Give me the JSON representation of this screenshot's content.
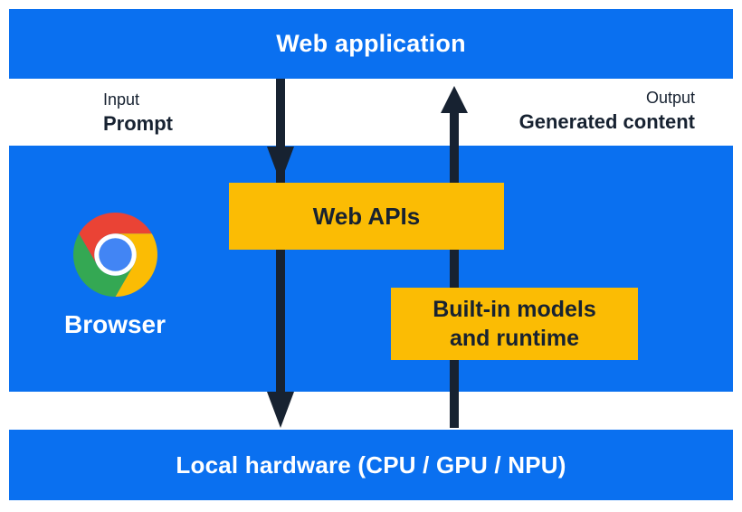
{
  "web_application_bar": {
    "label": "Web application"
  },
  "flow_labels": {
    "input_caption": "Input",
    "input_name": "Prompt",
    "output_caption": "Output",
    "output_name": "Generated content"
  },
  "browser_section": {
    "label": "Browser",
    "web_apis_box_label": "Web APIs",
    "builtin_box_line1": "Built-in models",
    "builtin_box_line2": "and runtime"
  },
  "hardware_bar": {
    "label": "Local hardware (CPU / GPU / NPU)"
  },
  "icons": {
    "browser_logo": "chrome-logo",
    "down_flow": "down-arrow",
    "up_flow": "up-arrow"
  },
  "colors": {
    "blue": "#0a70f0",
    "yellow": "#fbbc04",
    "dark": "#172231",
    "white_text": "#ffffff",
    "chrome_red": "#ea4335",
    "chrome_green": "#34a853",
    "chrome_yellow": "#fbbc04",
    "chrome_blue": "#4285f4"
  }
}
